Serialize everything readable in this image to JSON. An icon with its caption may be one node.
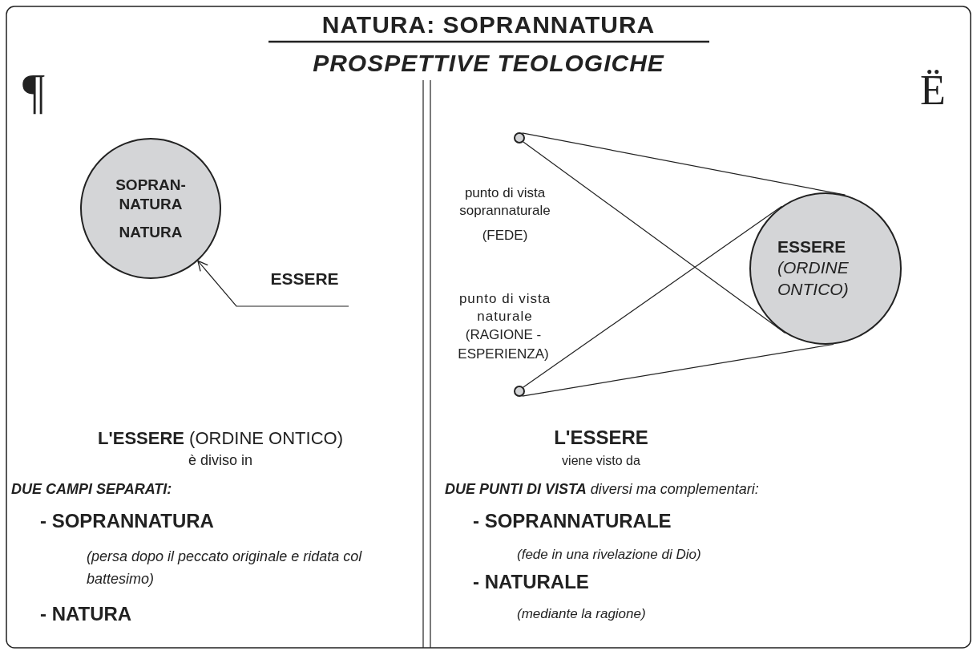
{
  "diagram": {
    "title": "NATURA: SOPRANNATURA",
    "nodes": [
      {
        "text": [
          "SOPRAN- NATURA",
          "NATURA"
        ]
      },
      {
        "text": [
          "ESSERE"
        ]
      },
      {
        "text": [],
        "shape": "circle"
      },
      {
        "text": [],
        "shape": "circle"
      },
      {
        "text": [
          "ESSERE",
          "(ORDINE ONTICO)"
        ]
      }
    ],
    "edges": [
      {
        "from": 1,
        "to": 0,
        "arrow": "to"
      },
      {
        "from": 2,
        "to": 4,
        "arrow": "none"
      },
      {
        "from": 2,
        "to": 4,
        "arrow": "none"
      },
      {
        "from": 3,
        "to": 4,
        "arrow": "none"
      },
      {
        "from": 3,
        "to": 4,
        "arrow": "none"
      }
    ],
    "labels": [
      "PROSPETTIVE TEOLOGICHE",
      "¶",
      "Ë",
      "punto di vista soprannaturale",
      "(FEDE)",
      "punto di vista naturale",
      "(RAGIONE - ESPERIENZA)",
      "**L'ESSERE** (ORDINE ONTICO)",
      "è diviso in",
      "DUE CAMPI SEPARATI:",
      "- SOPRANNATURA",
      "(persa dopo il peccato originale e ridata col battesimo)",
      "- NATURA",
      "L'ESSERE",
      "viene visto da",
      "**DUE PUNTI DI VISTA** diversi ma complementari:",
      "- SOPRANNATURALE",
      "(fede in una rivelazione di Dio)",
      "- NATURALE",
      "(mediante la ragione)"
    ]
  }
}
